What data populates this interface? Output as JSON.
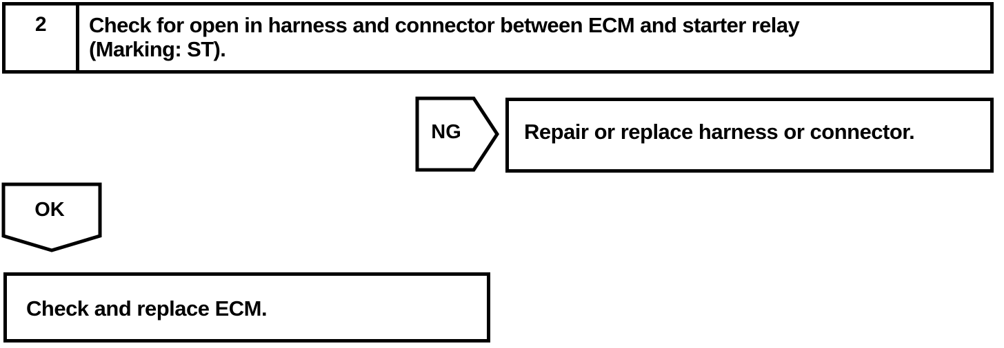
{
  "document": {
    "type": "troubleshooting-flowchart",
    "colors": {
      "line": "#000000",
      "background": "#ffffff",
      "text": "#000000"
    }
  },
  "step": {
    "number": "2",
    "instruction": "Check for open in harness and connector between ECM and starter relay\n(Marking: ST)."
  },
  "branches": {
    "ng": {
      "label": "NG",
      "marker_shape": "right-arrow-pentagon",
      "action": "Repair or replace harness or connector."
    },
    "ok": {
      "label": "OK",
      "marker_shape": "down-arrow-pentagon",
      "action": "Check and replace ECM."
    }
  }
}
